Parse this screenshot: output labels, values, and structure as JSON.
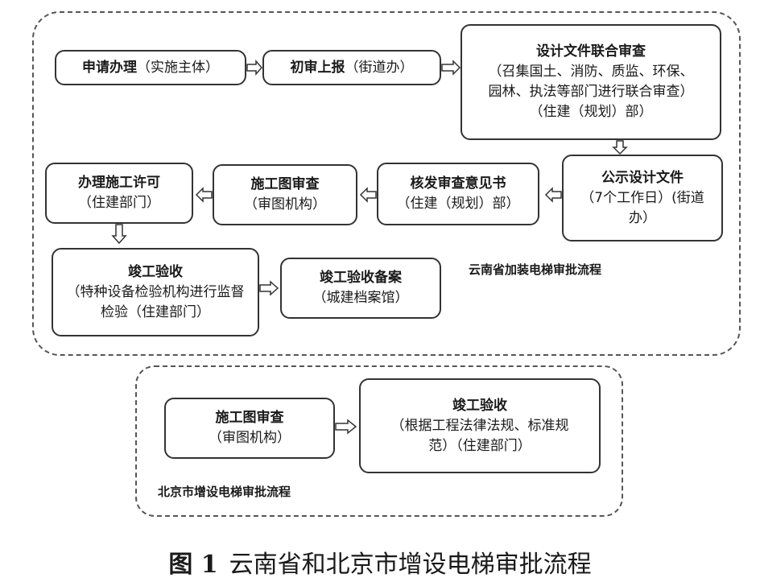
{
  "yunnan": {
    "label": "云南省加装电梯审批流程",
    "steps": {
      "s1": {
        "title": "申请办理",
        "detail": "（实施主体）"
      },
      "s2": {
        "title": "初审上报",
        "detail": "（街道办）"
      },
      "s3": {
        "title": "设计文件联合审查",
        "detail": "（召集国土、消防、质监、环保、园林、执法等部门进行联合审查）（住建（规划）部）"
      },
      "s4": {
        "title": "公示设计文件",
        "detail": "（7个工作日）(街道办）"
      },
      "s5": {
        "title": "核发审查意见书",
        "detail": "（住建（规划）部）"
      },
      "s6": {
        "title": "施工图审查",
        "detail": "（审图机构）"
      },
      "s7": {
        "title": "办理施工许可",
        "detail": "（住建部门）"
      },
      "s8": {
        "title": "竣工验收",
        "detail": "（特种设备检验机构进行监督检验（住建部门）"
      },
      "s9": {
        "title": "竣工验收备案",
        "detail": "（城建档案馆）"
      }
    }
  },
  "beijing": {
    "label": "北京市增设电梯审批流程",
    "steps": {
      "b1": {
        "title": "施工图审查",
        "detail": "（审图机构）"
      },
      "b2": {
        "title": "竣工验收",
        "detail": "（根据工程法律法规、标准规范）（住建部门）"
      }
    }
  },
  "caption": {
    "number": "图 1",
    "text": "云南省和北京市增设电梯审批流程"
  }
}
